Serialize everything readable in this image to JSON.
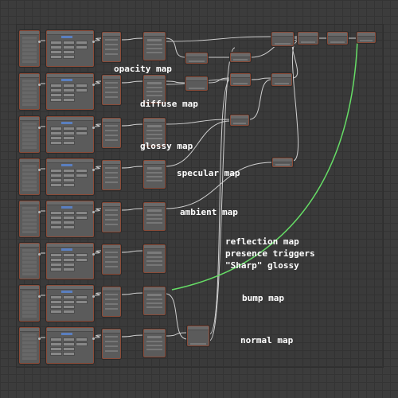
{
  "annotations": {
    "opacity": "opacity map",
    "diffuse": "diffuse map",
    "glossy": "glossy map",
    "specular": "specular map",
    "ambient": "ambient map",
    "reflection_lines": [
      "reflection map",
      "presence triggers",
      "\"Sharp\" glossy"
    ],
    "bump": "bump map",
    "normal": "normal map"
  },
  "colors": {
    "node_border": "#8a4b38",
    "node_body": "#5b5b5b",
    "wire": "#d0d0d0",
    "highlight_wire": "#66dd66",
    "tex_selector": "#5a7fc0"
  },
  "rows": [
    {
      "id": "opacity"
    },
    {
      "id": "diffuse"
    },
    {
      "id": "glossy"
    },
    {
      "id": "specular"
    },
    {
      "id": "ambient"
    },
    {
      "id": "reflection"
    },
    {
      "id": "bump"
    },
    {
      "id": "normal"
    }
  ]
}
